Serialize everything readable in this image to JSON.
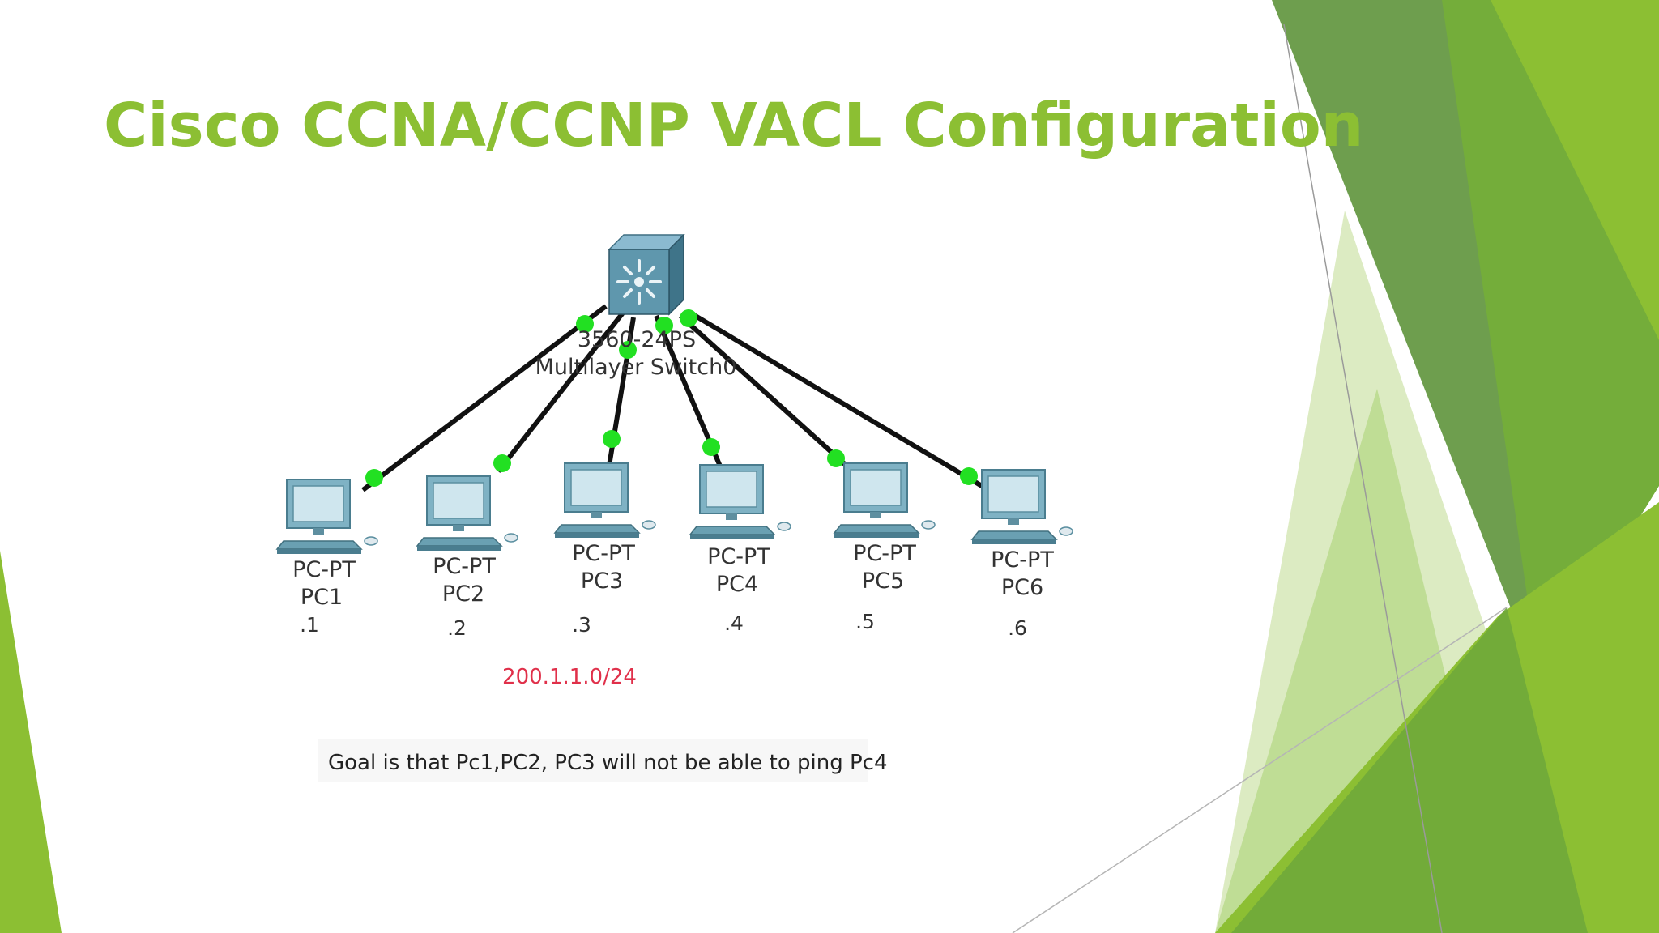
{
  "slide": {
    "title": "Cisco CCNA/CCNP VACL Configuration"
  },
  "diagram": {
    "switch": {
      "model_label": "3560-24PS",
      "name_label": "Multilayer Switch0",
      "icon": "multilayer-switch-icon"
    },
    "pcs": [
      {
        "type_label": "PC-PT",
        "name_label": "PC1",
        "ip_label": ".1",
        "icon": "desktop-pc-icon"
      },
      {
        "type_label": "PC-PT",
        "name_label": "PC2",
        "ip_label": ".2",
        "icon": "desktop-pc-icon"
      },
      {
        "type_label": "PC-PT",
        "name_label": "PC3",
        "ip_label": ".3",
        "icon": "desktop-pc-icon"
      },
      {
        "type_label": "PC-PT",
        "name_label": "PC4",
        "ip_label": ".4",
        "icon": "desktop-pc-icon"
      },
      {
        "type_label": "PC-PT",
        "name_label": "PC5",
        "ip_label": ".5",
        "icon": "desktop-pc-icon"
      },
      {
        "type_label": "PC-PT",
        "name_label": "PC6",
        "ip_label": ".6",
        "icon": "desktop-pc-icon"
      }
    ],
    "subnet_label": "200.1.1.0/24",
    "goal_text": "Goal is that Pc1,PC2, PC3 will not be able to ping Pc4"
  },
  "colors": {
    "title": "#8cbf33",
    "subnet": "#e0304a",
    "link": "#111111",
    "link_endpoint": "#22e022",
    "accent_dark": "#6c9c4a",
    "accent_light": "#8cbf33"
  }
}
